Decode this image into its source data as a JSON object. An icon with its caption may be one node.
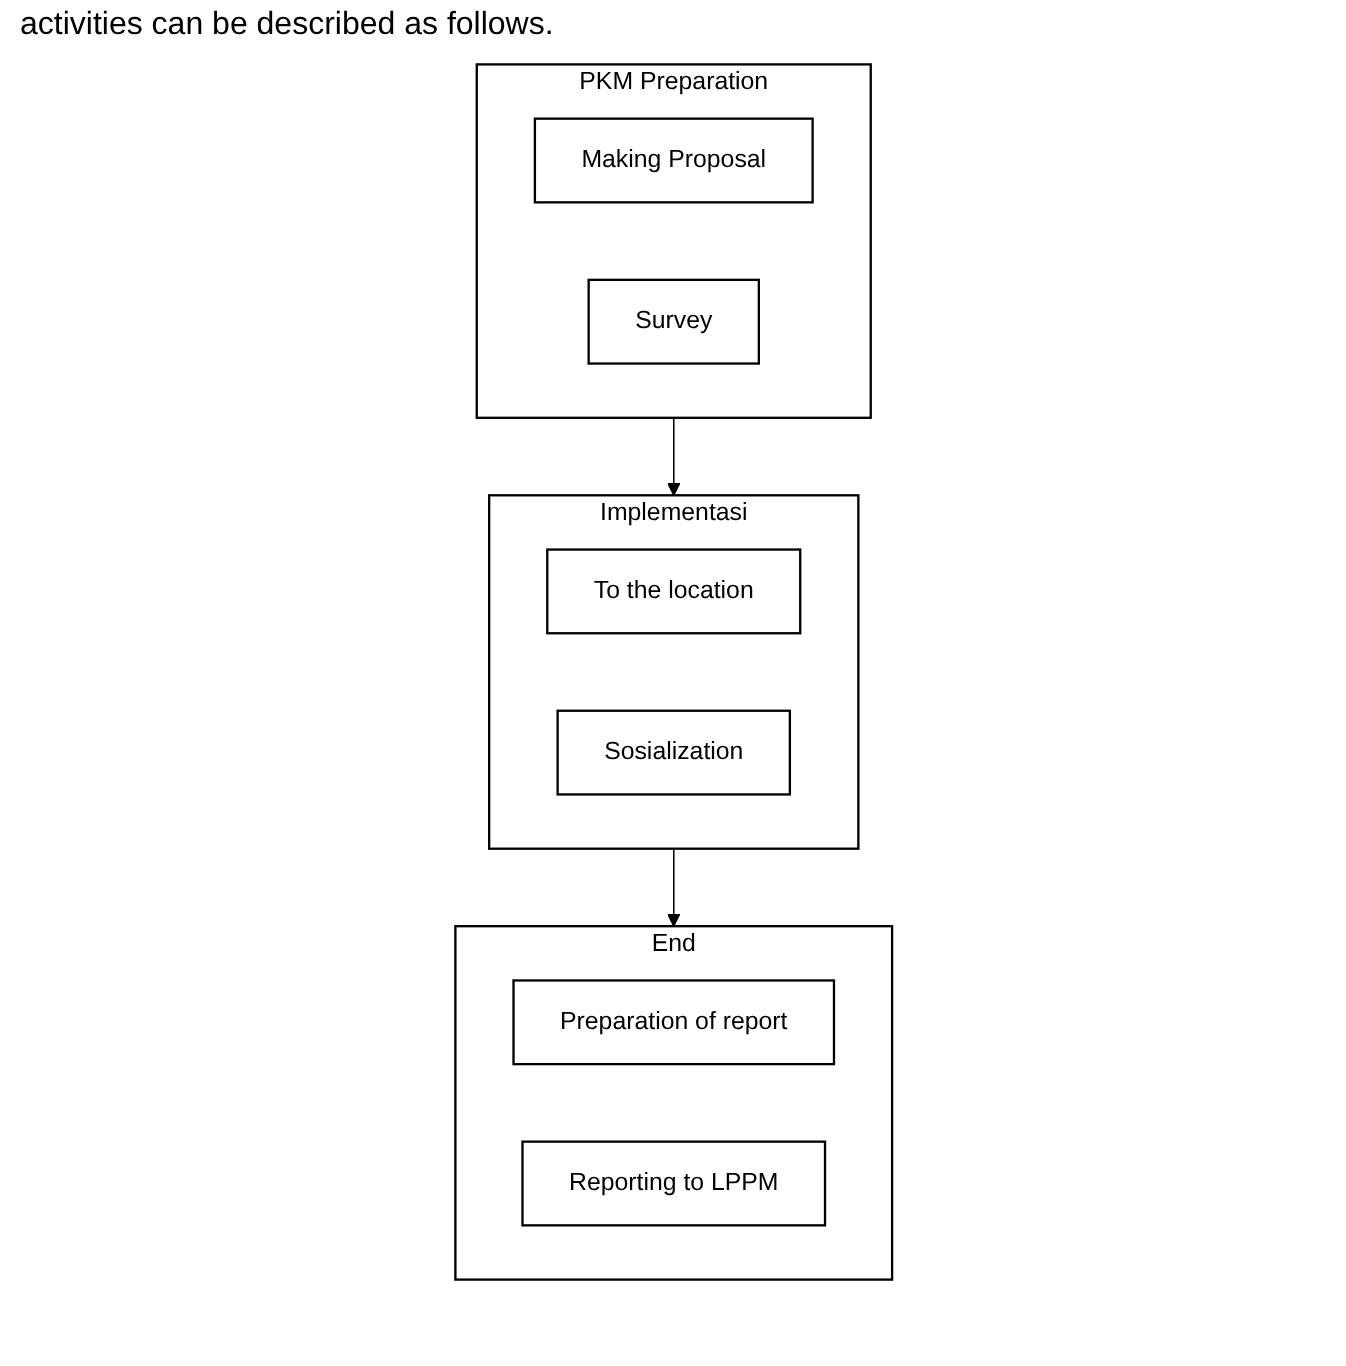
{
  "diagram": {
    "nodes": [
      {
        "text": [
          "PKM Preparation"
        ]
      },
      {
        "text": [
          "Making Proposal"
        ],
        "in": 0
      },
      {
        "text": [
          "Survey"
        ],
        "in": 0
      },
      {
        "text": [
          "Implementasi"
        ]
      },
      {
        "text": [
          "To the location"
        ],
        "in": 3
      },
      {
        "text": [
          "Sosialization"
        ],
        "in": 3
      },
      {
        "text": [
          "End"
        ]
      },
      {
        "text": [
          "Preparation of report"
        ],
        "in": 6
      },
      {
        "text": [
          "Reporting to LPPM"
        ],
        "in": 6
      }
    ],
    "edges": [
      {
        "from": 0,
        "to": 3,
        "arrow": "to"
      },
      {
        "from": 3,
        "to": 6,
        "arrow": "to"
      }
    ],
    "labels": [
      "activities can be described as follows."
    ]
  }
}
